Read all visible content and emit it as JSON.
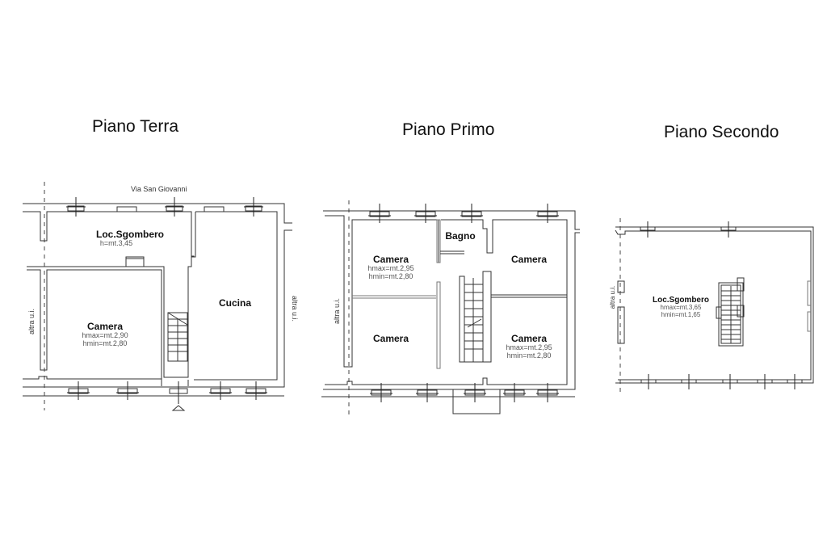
{
  "floors": [
    {
      "title": "Piano Terra",
      "street_label": "Via San Giovanni",
      "side_label_left": "altra u.i.",
      "side_label_right": "altra u.i.",
      "rooms": [
        {
          "name": "Loc.Sgombero",
          "heights": [
            "h=mt.3,45"
          ]
        },
        {
          "name": "Camera",
          "heights": [
            "hmax=mt.2,90",
            "hmin=mt.2,80"
          ]
        },
        {
          "name": "Cucina",
          "heights": []
        }
      ]
    },
    {
      "title": "Piano Primo",
      "side_label_left": "altra u.i.",
      "rooms": [
        {
          "name": "Camera",
          "heights": [
            "hmax=mt.2,95",
            "hmin=mt.2,80"
          ]
        },
        {
          "name": "Bagno",
          "heights": []
        },
        {
          "name": "Camera",
          "heights": []
        },
        {
          "name": "Camera",
          "heights": []
        },
        {
          "name": "Camera",
          "heights": [
            "hmax=mt.2,95",
            "hmin=mt.2,80"
          ]
        }
      ]
    },
    {
      "title": "Piano Secondo",
      "side_label_left": "altra u.i.",
      "rooms": [
        {
          "name": "Loc.Sgombero",
          "heights": [
            "hmax=mt.3,65",
            "hmin=mt.1,65"
          ]
        }
      ]
    }
  ]
}
